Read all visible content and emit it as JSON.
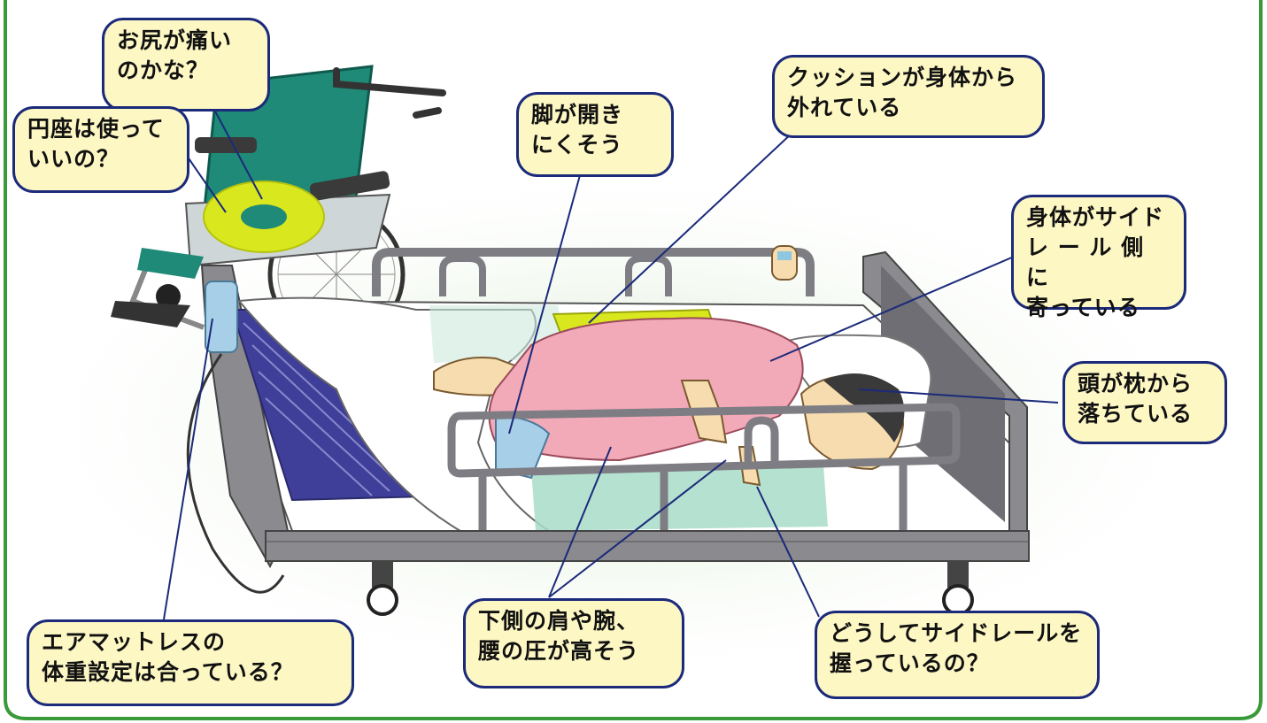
{
  "callouts": {
    "cushion_hip_pain": "お尻が痛い\nのかな？",
    "ring_cushion_ok": "円座は使って\nいいの？",
    "legs_hard_to_open": "脚が開き\nにくそう",
    "cushion_off_body": "クッションが身体から\n外れている",
    "body_near_rail": "身体がサイド\nレ ー ル 側 に\n寄っている",
    "head_off_pillow": "頭が枕から\n落ちている",
    "air_mattress_weight": "エアマットレスの\n体重設定は合っている？",
    "shoulder_arm_pressure": "下側の肩や腕、\n腰の圧が高そう",
    "gripping_rail": "どうしてサイドレールを\n握っているの？"
  },
  "colors": {
    "frame_border": "#3a9a3a",
    "bubble_fill": "#fdf7c4",
    "bubble_border": "#1b2a7a",
    "leader_line": "#1b2a7a",
    "gown": "#f2a9b8",
    "skin": "#f6dcae",
    "bed_frame": "#8a8a8f",
    "mattress_stripes": "#3f3f9a",
    "wheelchair_seat": "#1f8a78",
    "ring_cushion": "#d9e81e",
    "positioning_wedge": "#a8dcc8"
  }
}
